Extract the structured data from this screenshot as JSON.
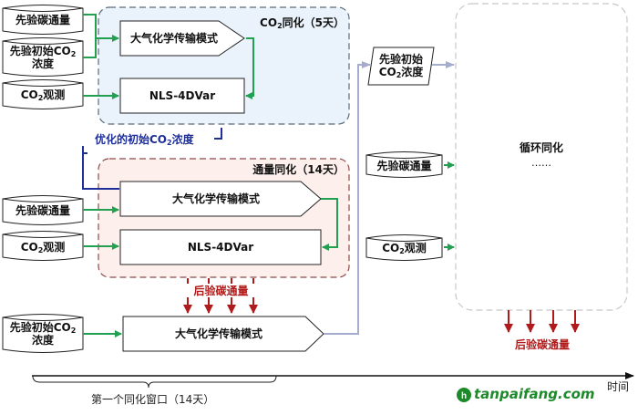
{
  "colors": {
    "green_arrow": "#22a052",
    "blue_feedback": "#1f2f99",
    "red_flux": "#b01a1a",
    "grey_blue_line": "#a5adcf",
    "co2_panel_fill": "#eaf3fb",
    "co2_panel_border": "#5a6b7a",
    "flux_panel_fill": "#fdf0ec",
    "flux_panel_border": "#8a4b4b",
    "cycle_panel_border": "#c8c8c8",
    "watermark_green": "#1d8a2a"
  },
  "co2_assimilation": {
    "title_prefix": "CO",
    "title_sub": "2",
    "title_suffix": "同化（5天）",
    "inputs": {
      "prior_flux": "先验碳通量",
      "prior_init_line1_prefix": "先验初始CO",
      "prior_init_sub": "2",
      "prior_init_line2": "浓度",
      "obs_prefix": "CO",
      "obs_sub": "2",
      "obs_suffix": "观测"
    },
    "transport_model": "大气化学传输模式",
    "nls": "NLS-4DVar"
  },
  "optimized_init": {
    "prefix": "优化的初始CO",
    "sub": "2",
    "suffix": "浓度"
  },
  "flux_assimilation": {
    "title": "通量同化（14天）",
    "inputs": {
      "prior_flux": "先验碳通量",
      "obs_prefix": "CO",
      "obs_sub": "2",
      "obs_suffix": "观测"
    },
    "transport_model": "大气化学传输模式",
    "nls": "NLS-4DVar"
  },
  "posterior_flux": "后验碳通量",
  "final_run": {
    "input_line1_prefix": "先验初始CO",
    "input_sub": "2",
    "input_line2": "浓度",
    "transport_model": "大气化学传输模式"
  },
  "next_window": {
    "prior_init_line1": "先验初始",
    "prior_init_line2_prefix": "CO",
    "prior_init_sub": "2",
    "prior_init_line2_suffix": "浓度",
    "prior_flux": "先验碳通量",
    "obs_prefix": "CO",
    "obs_sub": "2",
    "obs_suffix": "观测",
    "cycle_title": "循环同化",
    "cycle_ellipsis": "……",
    "posterior_flux": "后验碳通量"
  },
  "timeline": {
    "axis_label": "时间",
    "window_label": "第一个同化窗口（14天）"
  },
  "watermark": {
    "text": "tanpaifang.com"
  }
}
